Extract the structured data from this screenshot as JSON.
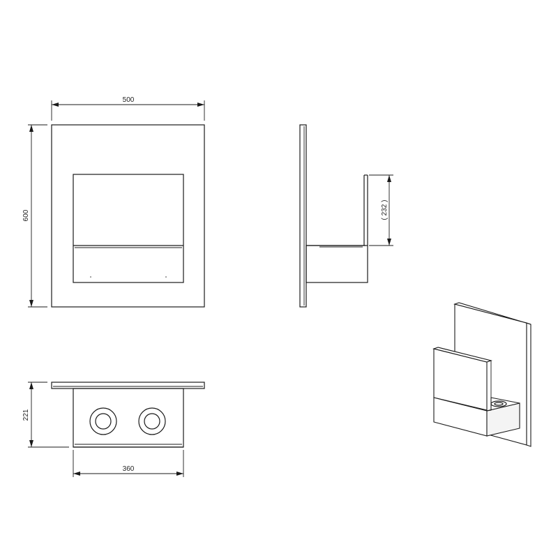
{
  "dimensions": {
    "front_width": "500",
    "front_height": "600",
    "side_depth_label": "( 232 )",
    "top_depth": "221",
    "top_width": "360"
  }
}
